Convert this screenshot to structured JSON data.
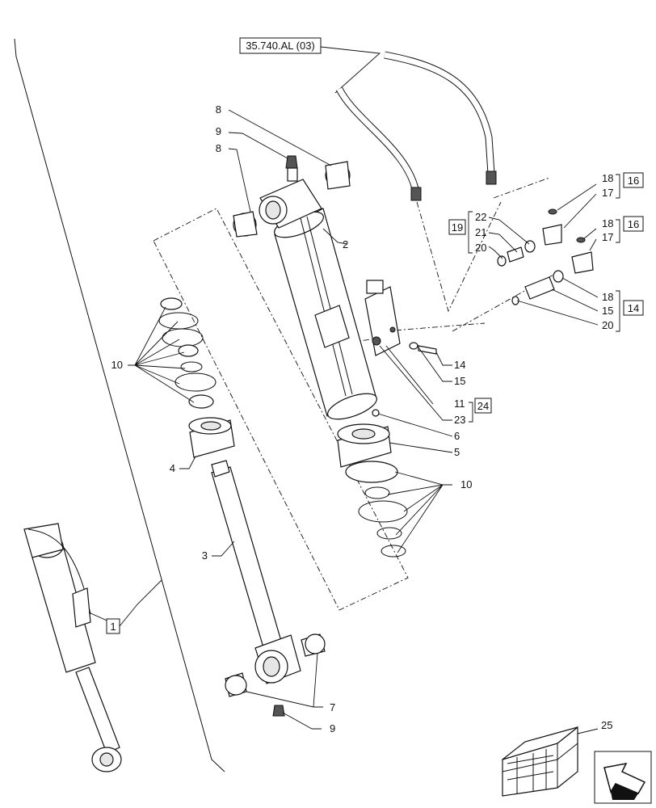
{
  "diagram": {
    "reference_label": "35.740.AL (03)",
    "callouts": {
      "c1": "1",
      "c2": "2",
      "c3": "3",
      "c4": "4",
      "c5": "5",
      "c6": "6",
      "c7": "7",
      "c8a": "8",
      "c8b": "8",
      "c9a": "9",
      "c9b": "9",
      "c10a": "10",
      "c10b": "10",
      "c11": "11",
      "c14a": "14",
      "c14b": "14",
      "c15a": "15",
      "c15b": "15",
      "c16a": "16",
      "c16b": "16",
      "c17a": "17",
      "c17b": "17",
      "c18a": "18",
      "c18b": "18",
      "c18c": "18",
      "c19": "19",
      "c20a": "20",
      "c20b": "20",
      "c21": "21",
      "c22": "22",
      "c23": "23",
      "c24": "24",
      "c25": "25"
    },
    "icons": [
      "crate-icon",
      "arrow-navigation-icon"
    ]
  }
}
